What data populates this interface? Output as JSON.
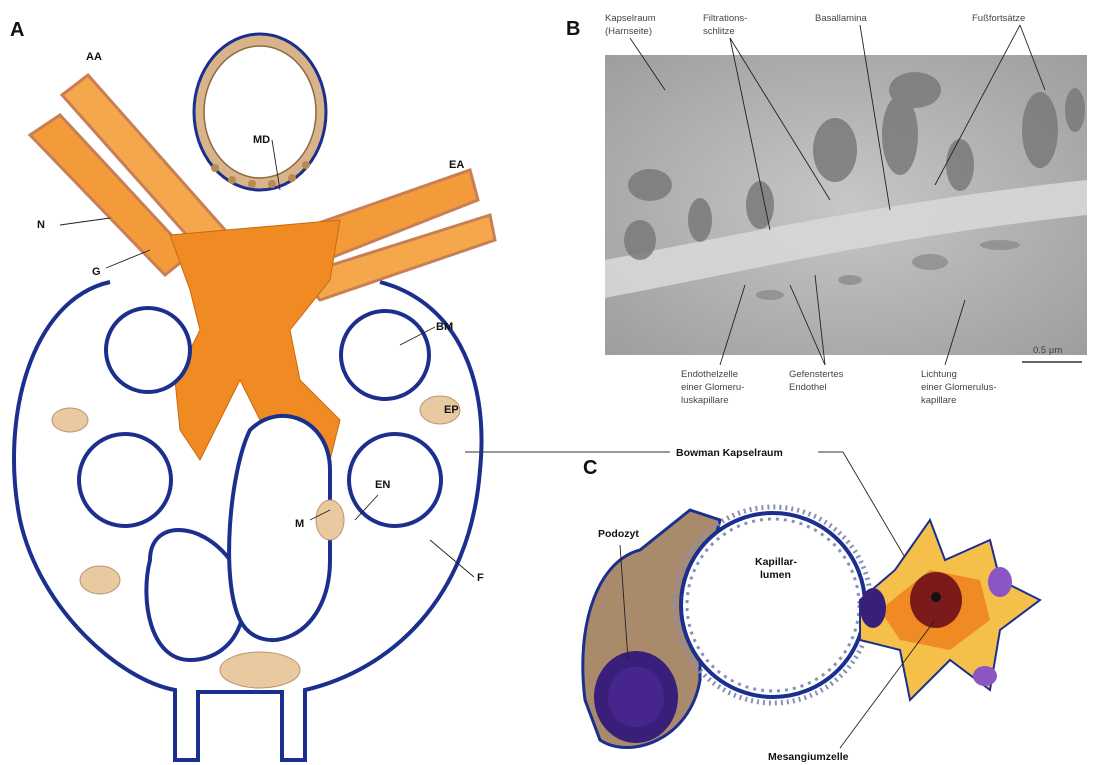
{
  "panels": {
    "a": {
      "letter": "A"
    },
    "b": {
      "letter": "B"
    },
    "c": {
      "letter": "C"
    }
  },
  "panel_a_labels": {
    "aa": "AA",
    "ea": "EA",
    "md": "MD",
    "n": "N",
    "g": "G",
    "bm": "BM",
    "ep": "EP",
    "en": "EN",
    "m": "M",
    "f": "F"
  },
  "panel_b_labels": {
    "kapselraum_1": "Kapselraum",
    "kapselraum_2": "(Harnseite)",
    "filtrations_1": "Filtrations-",
    "filtrations_2": "schlitze",
    "basallamina": "Basallamina",
    "fussfortsaetze": "Fußfortsätze",
    "endothel_1": "Endothelzelle",
    "endothel_2": "einer Glomeru-",
    "endothel_3": "luskapillare",
    "gefenstert_1": "Gefenstertes",
    "gefenstert_2": "Endothel",
    "lichtung_1": "Lichtung",
    "lichtung_2": "einer Glomerulus-",
    "lichtung_3": "kapillare",
    "scale": "0.5 µm"
  },
  "panel_c_labels": {
    "bowman": "Bowman Kapselraum",
    "podozyt": "Podozyt",
    "kapillar_1": "Kapillar-",
    "kapillar_2": "lumen",
    "mesangium": "Mesangiumzelle"
  },
  "colors": {
    "membrane_blue": "#1b2f8f",
    "tissue_beige": "#e8c9a0",
    "mesangial_orange": "#f08a22",
    "em_gray": "#a9a9a9",
    "nucleus_purple": "#3a1f7a"
  }
}
